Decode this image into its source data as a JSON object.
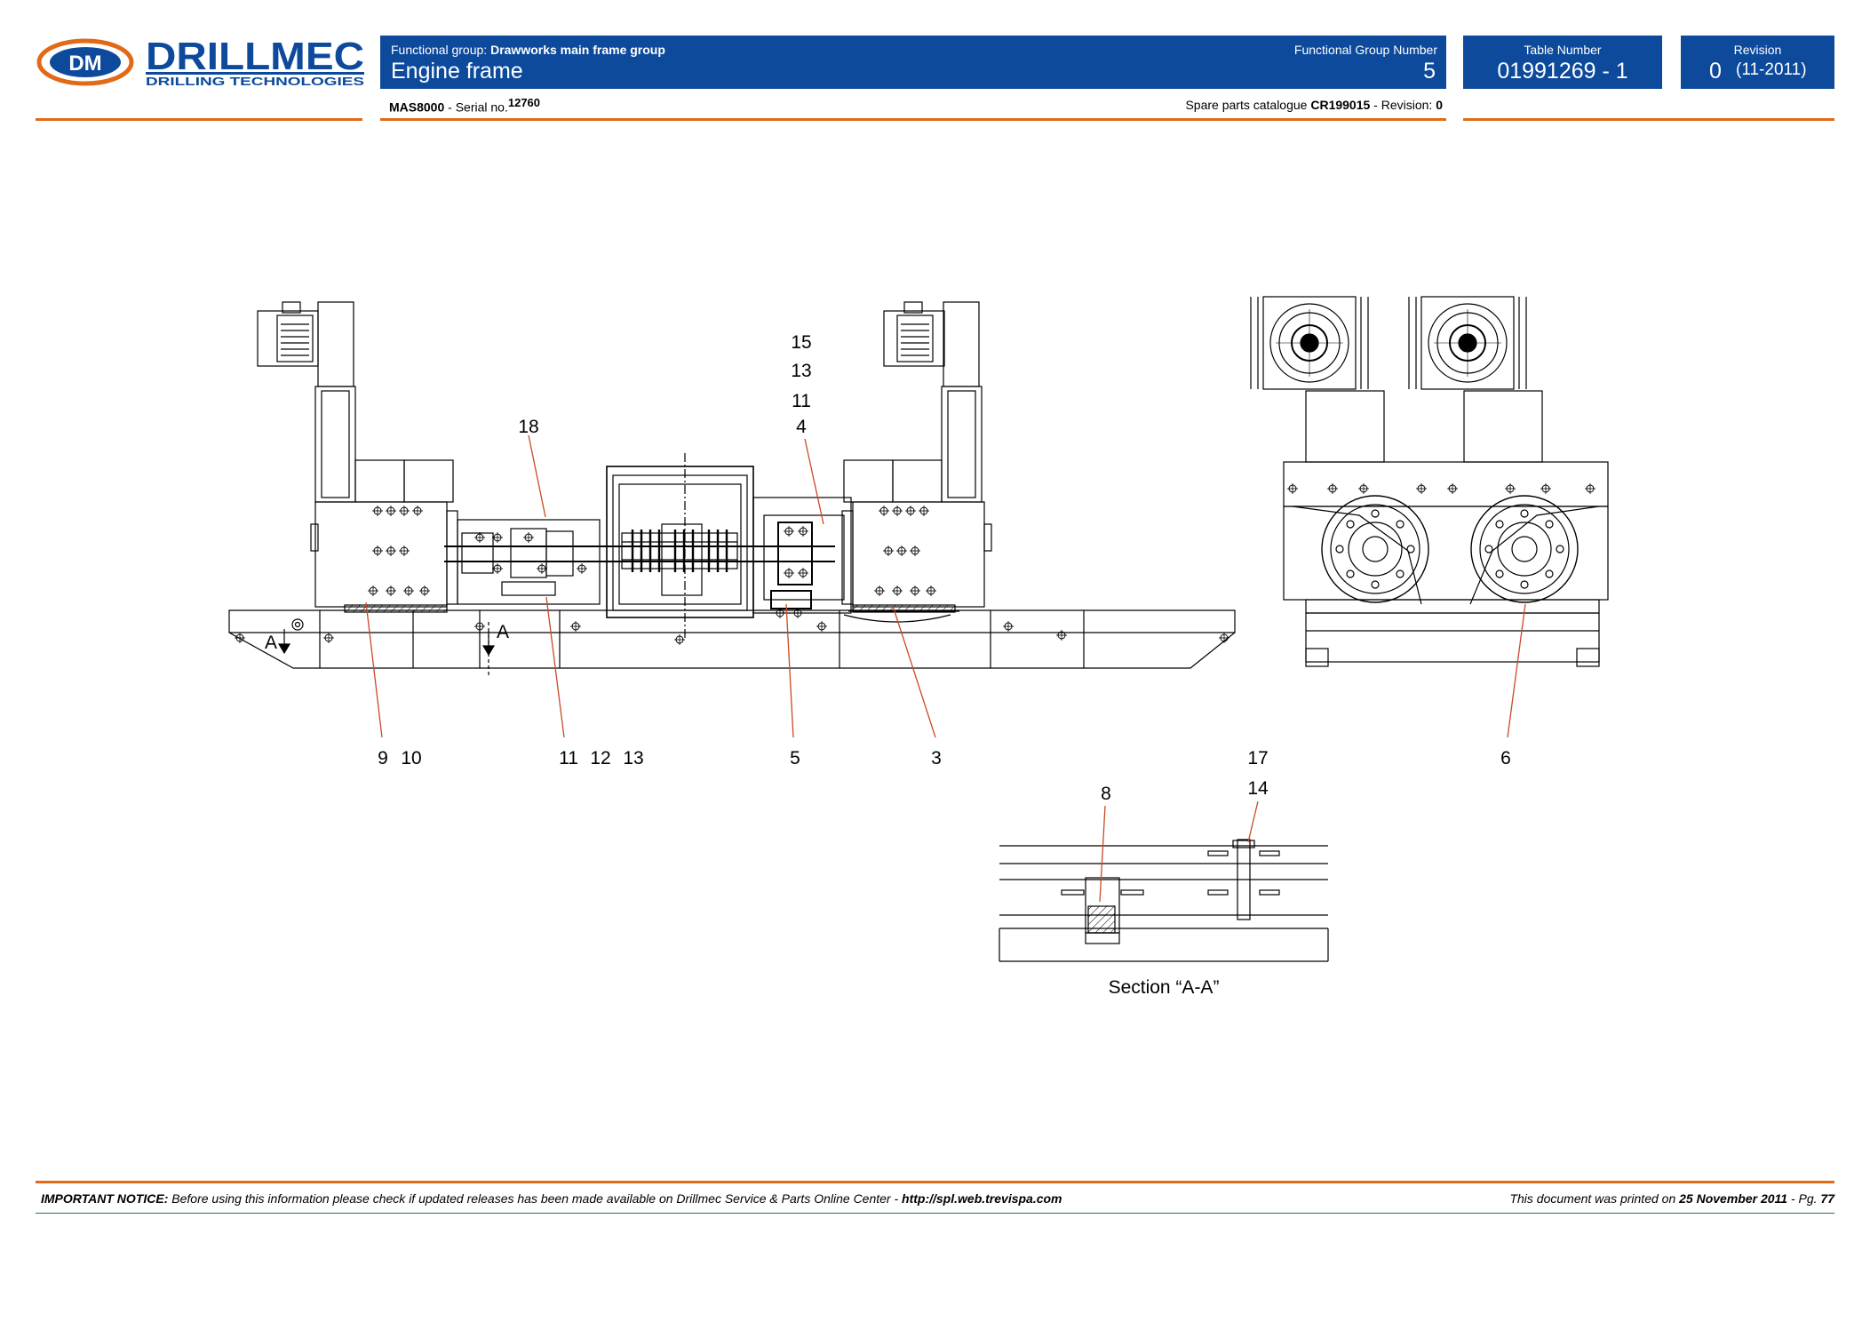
{
  "brand": {
    "logo_initials": "DM",
    "name": "DRILLMEC",
    "tagline": "DRILLING TECHNOLOGIES",
    "color_blue": "#0d4a9c",
    "color_orange": "#e06a16"
  },
  "header": {
    "functional_group_prefix": "Functional group: ",
    "functional_group_name": "Drawworks main frame group",
    "title": "Engine frame",
    "functional_group_number_label": "Functional Group Number",
    "functional_group_number": "5",
    "table_number_label": "Table Number",
    "table_number": "01991269 - 1",
    "revision_label": "Revision",
    "revision_number": "0",
    "revision_date": "(11-2011)",
    "model": "MAS8000",
    "serial_prefix": " - Serial no.",
    "serial_number": "12760",
    "catalogue_prefix": "Spare parts catalogue ",
    "catalogue_code": "CR199015",
    "catalogue_revision_prefix": " - Revision: ",
    "catalogue_revision": "0"
  },
  "drawing": {
    "callouts": {
      "c15": "15",
      "c13a": "13",
      "c11a": "11",
      "c4": "4",
      "c18": "18",
      "c9": "9",
      "c10": "10",
      "c11b": "11",
      "c12": "12",
      "c13b": "13",
      "c5": "5",
      "c3": "3",
      "c17": "17",
      "c14": "14",
      "c6": "6",
      "c8": "8"
    },
    "section_marks": {
      "left": "A",
      "right": "A"
    },
    "section_caption": "Section “A-A”"
  },
  "footer": {
    "notice_label": "IMPORTANT NOTICE:",
    "notice_text": " Before using this information please check if updated releases has been made available on Drillmec Service & Parts Online Center - ",
    "notice_url": "http://spl.web.trevispa.com",
    "printed_prefix": "This document was printed on ",
    "printed_date": "25 November 2011",
    "page_prefix": " - Pg. ",
    "page_number": "77"
  }
}
